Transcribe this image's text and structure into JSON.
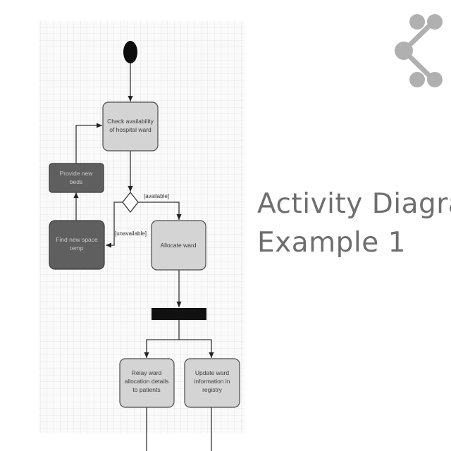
{
  "slide": {
    "title_line1": "Activity Diagram",
    "title_line2": "Example 1"
  },
  "diagram": {
    "nodes": {
      "check": [
        "Check availability",
        "of hospital ward"
      ],
      "provide_bed": [
        "Provide new",
        "beds"
      ],
      "find_space": [
        "Find new space",
        "temp"
      ],
      "allocate": [
        "Allocate ward"
      ],
      "relay": [
        "Relay ward",
        "allocation details",
        "to patients"
      ],
      "update": [
        "Update ward",
        "information in",
        "registry"
      ]
    },
    "edge_labels": {
      "available": "[available]",
      "unavailable": "[unavailable]"
    }
  },
  "colors": {
    "grid_line": "#e2e2e2",
    "grid_bg": "#fafafa",
    "light_node": "#d4d4d4",
    "dark_node": "#5f5f5f",
    "node_border": "#4a4a4a",
    "line": "#333333",
    "bar": "#111111",
    "logo": "#b0b0b0",
    "title": "#6e6e6e"
  },
  "logo_icon": "share-icon"
}
